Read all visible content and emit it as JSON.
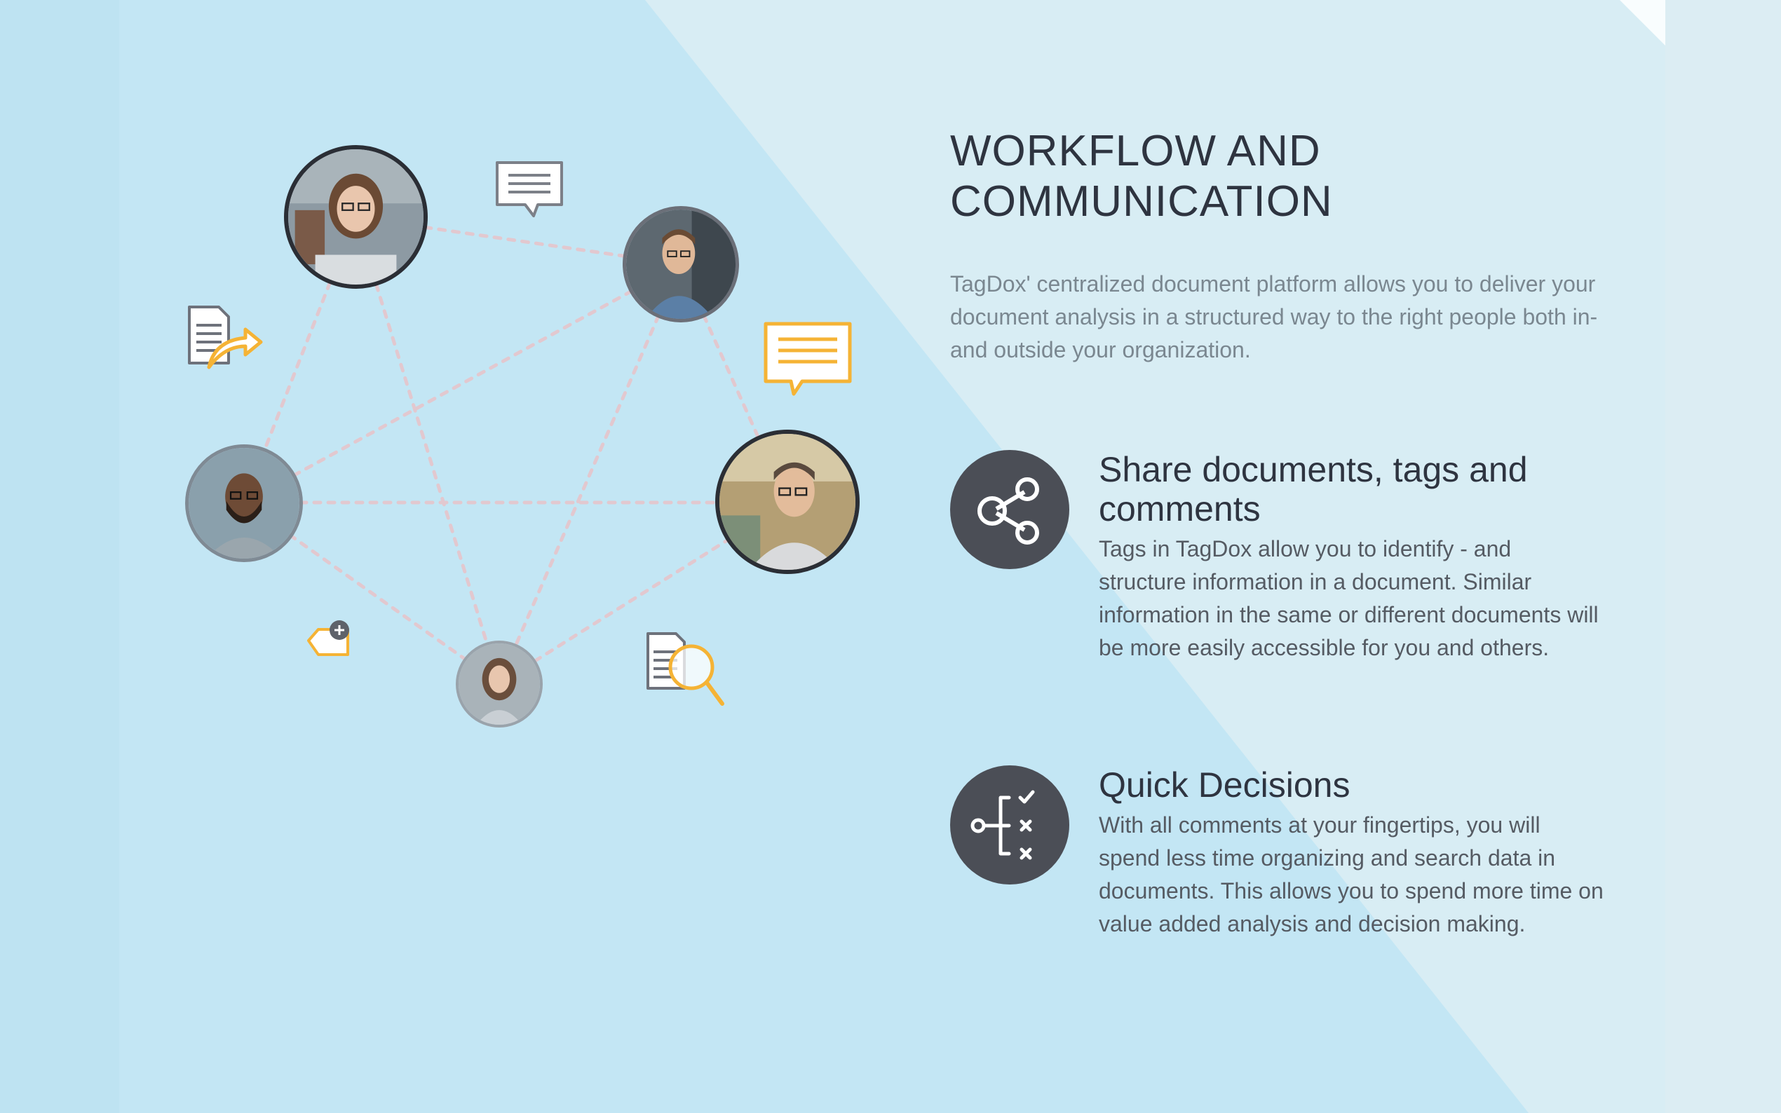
{
  "section": {
    "title_line1": "WORKFLOW AND",
    "title_line2": "COMMUNICATION",
    "intro": "TagDox' centralized document platform allows you to deliver your document analysis in a structured way to the right people both in- and outside your organization."
  },
  "features": [
    {
      "icon": "share-icon",
      "title": "Share documents, tags and comments",
      "description": "Tags in TagDox allow you to identify - and structure information in a document. Similar information in the same or different documents will be more easily accessible for you and others."
    },
    {
      "icon": "decision-tree-icon",
      "title": "Quick Decisions",
      "description": "With all comments at your fingertips, you will spend less time organizing and search data in documents. This allows you to spend more time on value added analysis and decision making."
    }
  ],
  "network_icons": [
    "chat-bubble-icon",
    "document-share-icon",
    "tag-add-icon",
    "document-search-icon"
  ],
  "colors": {
    "background": "#c3e6f4",
    "accent_orange": "#f5b335",
    "dark_circle": "#4b4e56",
    "heading": "#2e3440",
    "body_text": "#555b63",
    "muted_text": "#7a8790",
    "connector": "#e2c8cf"
  }
}
